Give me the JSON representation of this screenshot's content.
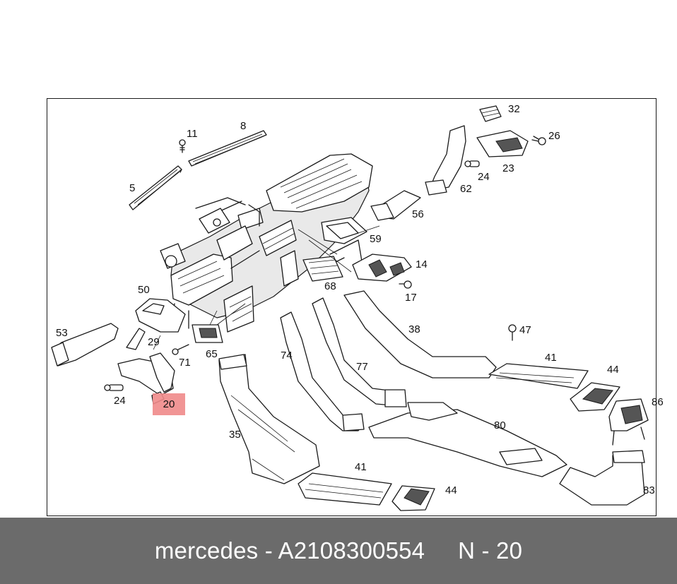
{
  "diagram": {
    "part_labels": {
      "p5": "5",
      "p8": "8",
      "p11": "11",
      "p14": "14",
      "p17": "17",
      "p20": "20",
      "p23": "23",
      "p24a": "24",
      "p24b": "24",
      "p26": "26",
      "p29": "29",
      "p32": "32",
      "p35": "35",
      "p38": "38",
      "p41a": "41",
      "p41b": "41",
      "p44a": "44",
      "p44b": "44",
      "p47": "47",
      "p50": "50",
      "p53": "53",
      "p56": "56",
      "p59": "59",
      "p62": "62",
      "p65": "65",
      "p68": "68",
      "p71": "71",
      "p74": "74",
      "p77": "77",
      "p80": "80",
      "p83": "83",
      "p86": "86"
    },
    "highlighted_part": "20",
    "highlight_color": "#f08a8a"
  },
  "footer": {
    "brand": "mercedes",
    "separator": "-",
    "part_number": "A2108300554",
    "position_label": "N - 20",
    "background_color": "#6b6b6b"
  }
}
